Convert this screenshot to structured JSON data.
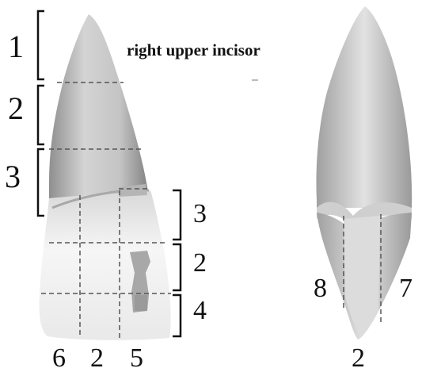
{
  "title": "right upper incisor",
  "left_tooth": {
    "root_thirds": [
      "1",
      "2",
      "3"
    ],
    "crown_thirds": [
      "3",
      "2",
      "4"
    ],
    "bottom_labels": [
      "6",
      "2",
      "5"
    ]
  },
  "right_tooth": {
    "side_labels": [
      "8",
      "7"
    ],
    "bottom_label": "2"
  },
  "colors": {
    "enamel": "#e6e6e6",
    "root": "#c9c9c9",
    "shadow": "#9a9a9a",
    "line": "#555555"
  }
}
